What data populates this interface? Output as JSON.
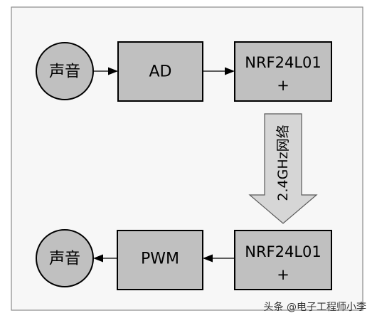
{
  "colors": {
    "box_fill": "#c0c0c0",
    "stroke": "#000000",
    "frame_fill": "#f7f7f7",
    "frame_stroke": "#8a8a8a",
    "big_arrow_fill": "#d6d6d6"
  },
  "nodes": {
    "sound_in": "声音",
    "ad": "AD",
    "nrf_top_line1": "NRF24L01",
    "nrf_top_line2": "+",
    "nrf_bottom_line1": "NRF24L01",
    "nrf_bottom_line2": "+",
    "pwm": "PWM",
    "sound_out": "声音"
  },
  "link_label": "2.4GHz网络",
  "watermark": "头条 @电子工程师小李"
}
